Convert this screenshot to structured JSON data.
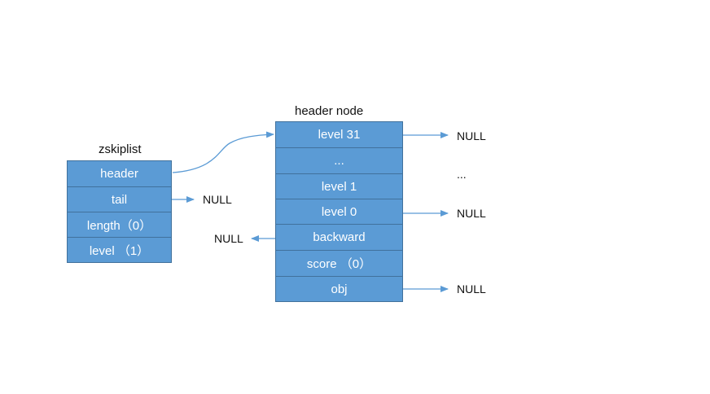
{
  "zskiplist": {
    "title": "zskiplist",
    "fields": [
      "header",
      "tail",
      "length（0）",
      "level （1）"
    ]
  },
  "header_node": {
    "title": "header node",
    "fields": [
      "level 31",
      "...",
      "level 1",
      "level 0",
      "backward",
      "score （0）",
      "obj"
    ]
  },
  "labels": {
    "tail_null": "NULL",
    "backward_null": "NULL",
    "level31_null": "NULL",
    "ellipsis": "...",
    "level0_null": "NULL",
    "obj_null": "NULL"
  },
  "colors": {
    "cell_fill": "#5b9bd5",
    "cell_border": "#41719c",
    "arrow": "#5b9bd5"
  }
}
